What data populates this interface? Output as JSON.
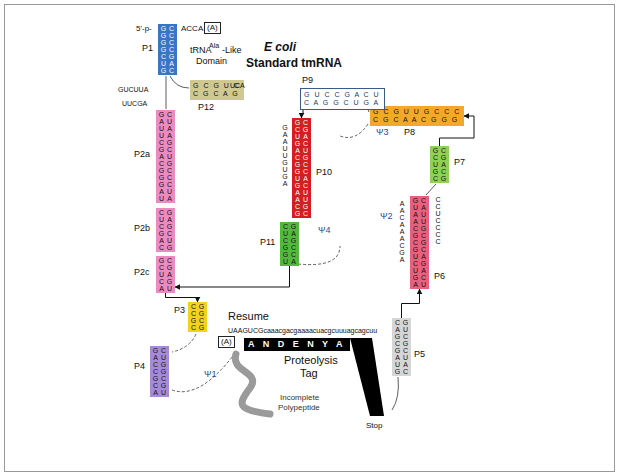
{
  "diagram": {
    "nodes": [
      {
        "text": [
          "G G G G C U G",
          "C C C C G A C"
        ]
      },
      {
        "text": [
          "(A)"
        ]
      },
      {
        "text": [
          "G C G U C",
          "C G C A G"
        ]
      },
      {
        "text": [
          "G A U U C G A C G G G A U",
          "C U A A G C U G C C C U A"
        ]
      },
      {
        "text": [
          "C U C G A C",
          "G A G C U G"
        ]
      },
      {
        "text": [
          "G C U C A",
          "C G A G U"
        ]
      },
      {
        "text": [
          "C C G C",
          "G G C G"
        ]
      },
      {
        "text": [
          "G A C C G C A",
          "C U G G C G U"
        ]
      },
      {
        "text": [
          "C A G C G A U G",
          "G U C G C U A C"
        ]
      },
      {
        "text": [
          "G U A A C G C G U C U G A",
          "C A U U G C G C A G A C U"
        ]
      },
      {
        "text": [
          "G C U G C",
          "C G A C G"
        ]
      },
      {
        "text": [
          "G C G U U G C C C",
          "C G C A A C G G G"
        ]
      },
      {
        "text": [
          "G U C C G A C U",
          "C A G G C U G A"
        ]
      },
      {
        "text": [
          "G C U G A C G G U G A A C G",
          "C G A C U G C C A C U U G C"
        ]
      },
      {
        "text": [
          "C U C G G U",
          "G A G C C A"
        ]
      },
      {
        "text": [
          "A N D E N Y A"
        ]
      },
      {
        "text": [
          "(A)"
        ]
      }
    ],
    "edges": [
      {
        "from": 5,
        "to": 6,
        "arrow": "to"
      },
      {
        "from": 14,
        "to": 5,
        "arrow": "to"
      },
      {
        "from": 12,
        "to": 13,
        "arrow": "to"
      },
      {
        "from": 10,
        "to": 11,
        "arrow": "to"
      },
      {
        "from": 8,
        "to": 9,
        "arrow": "to"
      }
    ],
    "labels": [
      "5'-p-",
      "ACCA",
      "tRNA",
      "Ala",
      "-Like",
      "Domain",
      "E coli",
      "Standard tmRNA",
      "P1",
      "P12",
      "UUCGA",
      "GUCUUA",
      "UCA",
      "P2a",
      "P2b",
      "P2c",
      "P3",
      "Resume",
      "UAAGUCGcaaacgacgaaaacuacgcuuuagcagcuu",
      "P4",
      "Ψ1",
      "Proteolysis",
      "Tag",
      "Incomplete",
      "Polypeptide",
      "Stop",
      "P5",
      "P6",
      "Ψ2",
      "A A C A A A C G A",
      "C C U C C C C",
      "P7",
      "P8",
      "Ψ3",
      "P9",
      "P10",
      "G A A U U G U G A",
      "P11",
      "Ψ4"
    ]
  }
}
